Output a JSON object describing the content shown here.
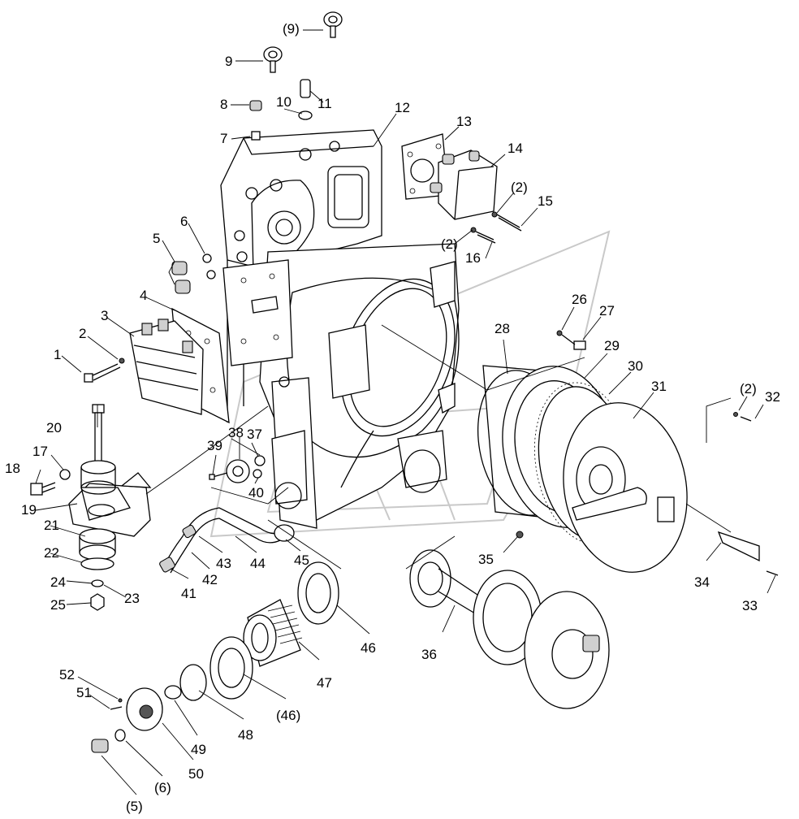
{
  "diagram": {
    "callouts": [
      {
        "id": "1",
        "text": "1"
      },
      {
        "id": "2",
        "text": "2"
      },
      {
        "id": "3",
        "text": "3"
      },
      {
        "id": "4",
        "text": "4"
      },
      {
        "id": "5",
        "text": "5"
      },
      {
        "id": "6",
        "text": "6"
      },
      {
        "id": "7",
        "text": "7"
      },
      {
        "id": "8",
        "text": "8"
      },
      {
        "id": "9",
        "text": "9"
      },
      {
        "id": "9b",
        "text": "(9)"
      },
      {
        "id": "10",
        "text": "10"
      },
      {
        "id": "11",
        "text": "11"
      },
      {
        "id": "12",
        "text": "12"
      },
      {
        "id": "13",
        "text": "13"
      },
      {
        "id": "14",
        "text": "14"
      },
      {
        "id": "2a",
        "text": "(2)"
      },
      {
        "id": "15",
        "text": "15"
      },
      {
        "id": "2b",
        "text": "(2)"
      },
      {
        "id": "16",
        "text": "16"
      },
      {
        "id": "17",
        "text": "17"
      },
      {
        "id": "18",
        "text": "18"
      },
      {
        "id": "19",
        "text": "19"
      },
      {
        "id": "20",
        "text": "20"
      },
      {
        "id": "21",
        "text": "21"
      },
      {
        "id": "22",
        "text": "22"
      },
      {
        "id": "23",
        "text": "23"
      },
      {
        "id": "24",
        "text": "24"
      },
      {
        "id": "25",
        "text": "25"
      },
      {
        "id": "26",
        "text": "26"
      },
      {
        "id": "27",
        "text": "27"
      },
      {
        "id": "28",
        "text": "28"
      },
      {
        "id": "29",
        "text": "29"
      },
      {
        "id": "30",
        "text": "30"
      },
      {
        "id": "31",
        "text": "31"
      },
      {
        "id": "2c",
        "text": "(2)"
      },
      {
        "id": "32",
        "text": "32"
      },
      {
        "id": "33",
        "text": "33"
      },
      {
        "id": "34",
        "text": "34"
      },
      {
        "id": "35",
        "text": "35"
      },
      {
        "id": "36",
        "text": "36"
      },
      {
        "id": "37",
        "text": "37"
      },
      {
        "id": "38",
        "text": "38"
      },
      {
        "id": "39",
        "text": "39"
      },
      {
        "id": "40",
        "text": "40"
      },
      {
        "id": "41",
        "text": "41"
      },
      {
        "id": "42",
        "text": "42"
      },
      {
        "id": "43",
        "text": "43"
      },
      {
        "id": "44",
        "text": "44"
      },
      {
        "id": "45",
        "text": "45"
      },
      {
        "id": "46",
        "text": "46"
      },
      {
        "id": "46b",
        "text": "(46)"
      },
      {
        "id": "47",
        "text": "47"
      },
      {
        "id": "48",
        "text": "48"
      },
      {
        "id": "49",
        "text": "49"
      },
      {
        "id": "50",
        "text": "50"
      },
      {
        "id": "51",
        "text": "51"
      },
      {
        "id": "52",
        "text": "52"
      },
      {
        "id": "5b",
        "text": "(5)"
      },
      {
        "id": "6b",
        "text": "(6)"
      }
    ]
  }
}
